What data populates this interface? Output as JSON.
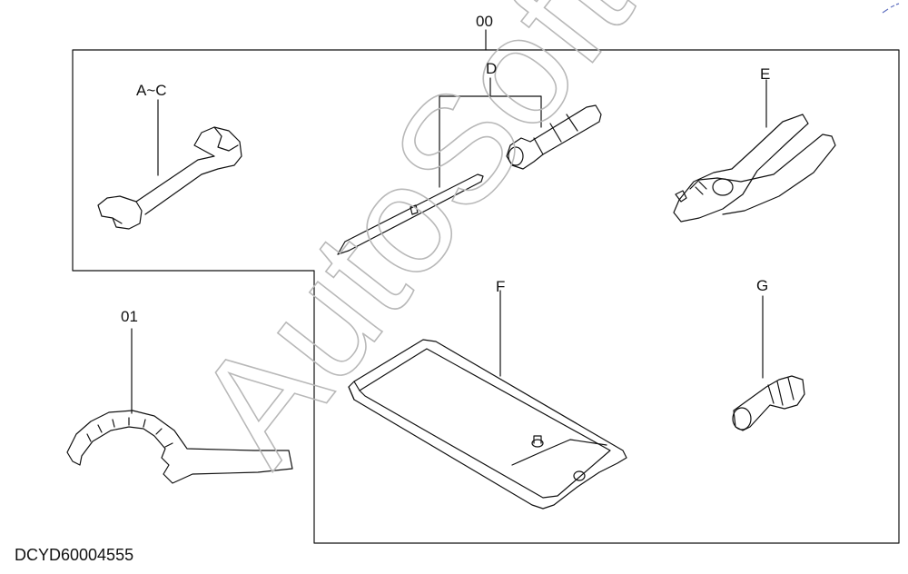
{
  "assembly_label": "00",
  "parts": {
    "wrench": "A~C",
    "screwdriver": "D",
    "pliers": "E",
    "bag": "F",
    "socket": "G",
    "hook_wrench": "01"
  },
  "drawing_ref": "DCYD60004555",
  "watermark": "AutoSoft",
  "colors": {
    "line": "#111111",
    "watermark": "#b8b8b8"
  }
}
